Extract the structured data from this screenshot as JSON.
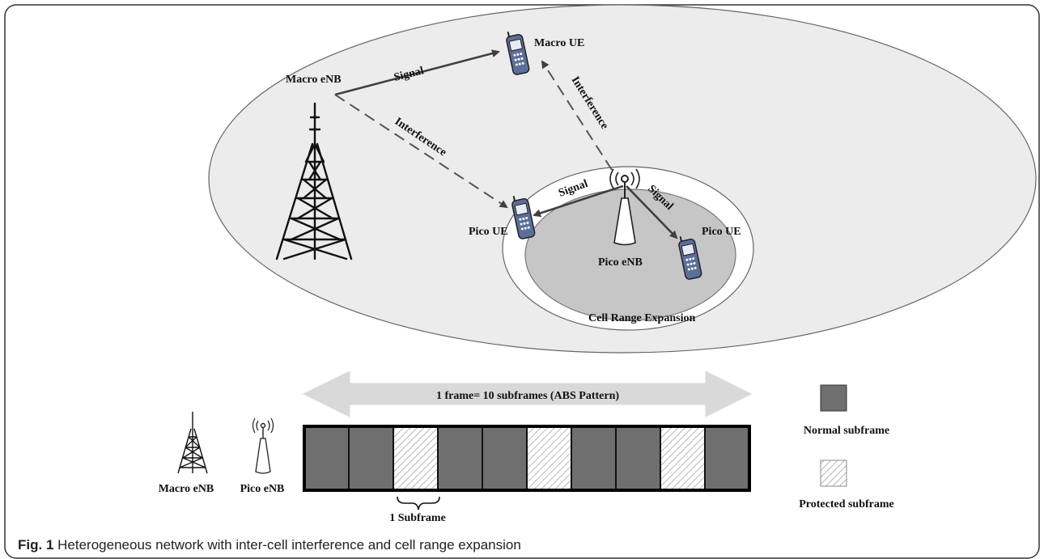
{
  "diagram": {
    "labels": {
      "macro_enb": "Macro eNB",
      "macro_ue": "Macro UE",
      "pico_ue_left": "Pico UE",
      "pico_ue_right": "Pico UE",
      "pico_enb": "Pico eNB",
      "cell_range_expansion": "Cell Range Expansion",
      "signal_macro": "Signal",
      "signal_pico_left": "Signal",
      "signal_pico_right": "Signal",
      "interference_macro_to_pico": "Interference",
      "interference_pico_to_macro": "Interference"
    }
  },
  "abs_pattern": {
    "frame_label": "1 frame= 10 subframes (ABS Pattern)",
    "subframes": [
      "normal",
      "normal",
      "protected",
      "normal",
      "normal",
      "protected",
      "normal",
      "normal",
      "protected",
      "normal"
    ],
    "subframe_brace_label": "1 Subframe",
    "legend": {
      "normal": "Normal subframe",
      "protected": "Protected subframe"
    },
    "small_macro_label": "Macro eNB",
    "small_pico_label": "Pico eNB"
  },
  "colors": {
    "outer_cell": "#ececec",
    "cre_ring": "#ffffff",
    "pico_cell": "#c6c6c6",
    "normal_subframe": "#6f6f6f",
    "frame_arrow": "#d9d9d9"
  },
  "caption": {
    "label": "Fig. 1",
    "text": "Heterogeneous network with inter-cell interference and cell range expansion"
  }
}
